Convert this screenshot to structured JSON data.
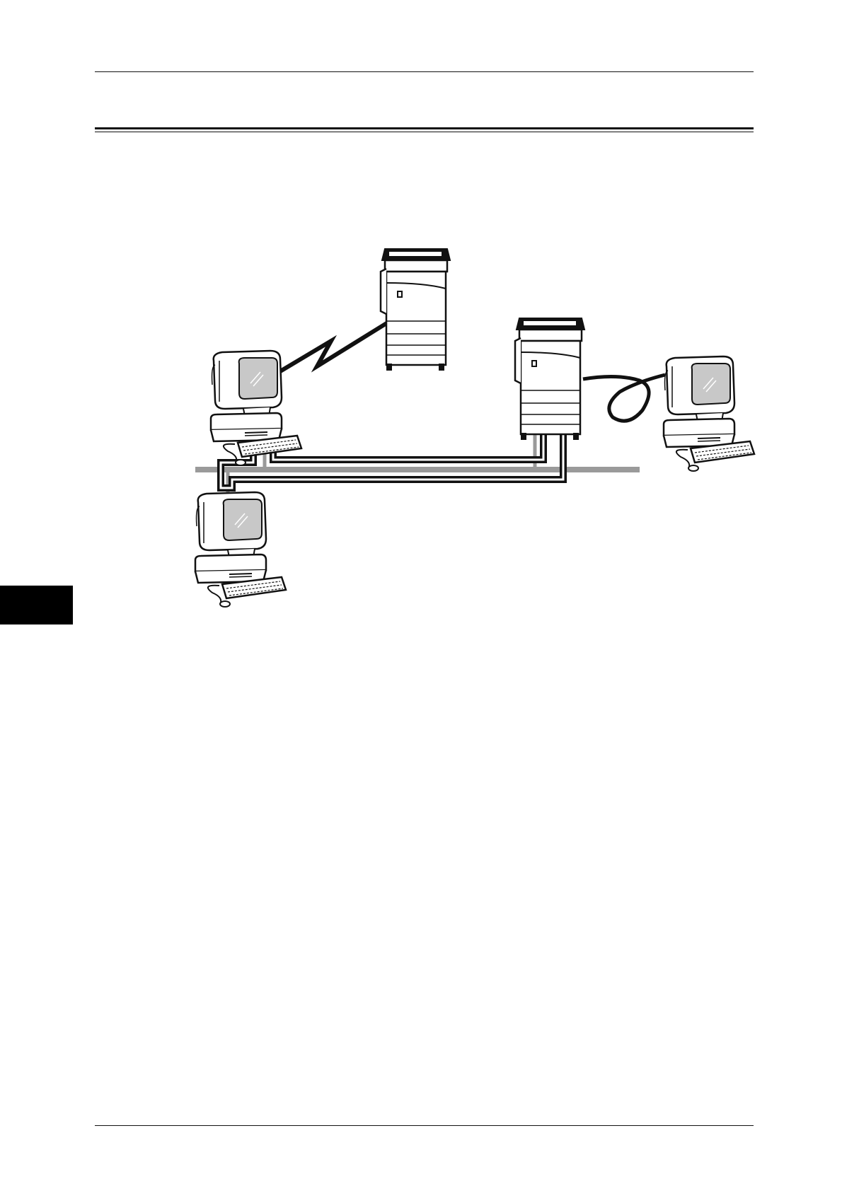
{
  "page": {
    "header_text": "",
    "footer_text": ""
  },
  "figure": {
    "description_items": [
      {
        "name": "client-pc-upper-left",
        "icon": "computer-icon"
      },
      {
        "name": "client-pc-lower-left",
        "icon": "computer-icon"
      },
      {
        "name": "client-pc-right",
        "icon": "computer-icon"
      },
      {
        "name": "machine-top",
        "icon": "printer-icon"
      },
      {
        "name": "machine-right",
        "icon": "printer-icon"
      }
    ],
    "colors": {
      "line": "#111111",
      "network_bus": "#9a9a9a",
      "screen": "#c8c8c8",
      "tab": "#000000"
    }
  }
}
